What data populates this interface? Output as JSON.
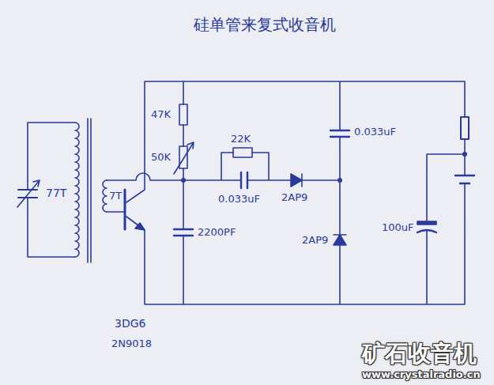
{
  "diagram": {
    "title": "硅单管来复式收音机",
    "labels": [
      "77T",
      "7T",
      "47K",
      "50K",
      "22K",
      "0.033uF",
      "2AP9",
      "0.033uF",
      "2AP9",
      "2200PF",
      "100uF",
      "3DG6",
      "2N9018",
      "矿石收音机",
      "www.crystalradio.cn"
    ]
  }
}
